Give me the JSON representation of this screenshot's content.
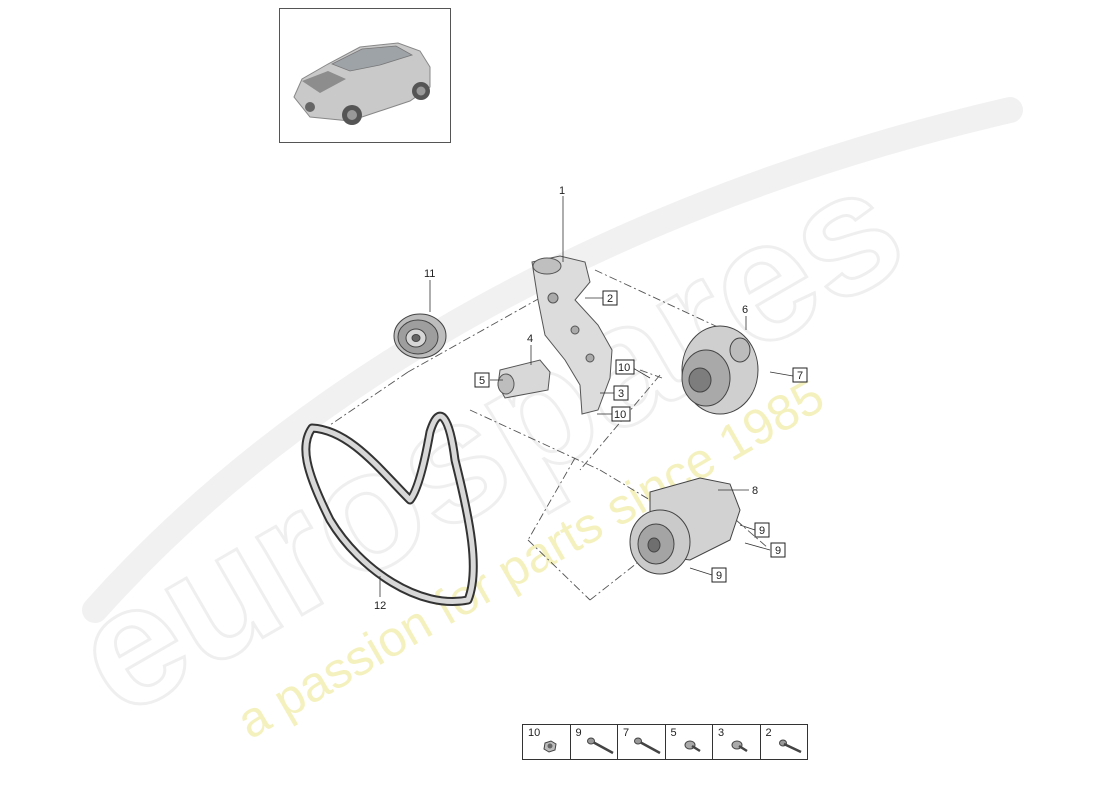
{
  "watermark": {
    "brand": "eurospares",
    "tagline": "a passion for parts since 1985"
  },
  "callouts": [
    {
      "id": "c1",
      "label": "1",
      "boxed": false
    },
    {
      "id": "c2",
      "label": "2",
      "boxed": true
    },
    {
      "id": "c3",
      "label": "3",
      "boxed": true
    },
    {
      "id": "c4",
      "label": "4",
      "boxed": false
    },
    {
      "id": "c5",
      "label": "5",
      "boxed": true
    },
    {
      "id": "c6",
      "label": "6",
      "boxed": false
    },
    {
      "id": "c7",
      "label": "7",
      "boxed": true
    },
    {
      "id": "c8",
      "label": "8",
      "boxed": false
    },
    {
      "id": "c9a",
      "label": "9",
      "boxed": true
    },
    {
      "id": "c9b",
      "label": "9",
      "boxed": true
    },
    {
      "id": "c9c",
      "label": "9",
      "boxed": true
    },
    {
      "id": "c10a",
      "label": "10",
      "boxed": true
    },
    {
      "id": "c10b",
      "label": "10",
      "boxed": true
    },
    {
      "id": "c11",
      "label": "11",
      "boxed": false
    },
    {
      "id": "c12",
      "label": "12",
      "boxed": false
    }
  ],
  "legend": [
    {
      "label": "10",
      "icon": "nut-icon"
    },
    {
      "label": "9",
      "icon": "long-bolt-icon"
    },
    {
      "label": "7",
      "icon": "long-bolt-icon"
    },
    {
      "label": "5",
      "icon": "flange-bolt-icon"
    },
    {
      "label": "3",
      "icon": "flange-bolt-icon"
    },
    {
      "label": "2",
      "icon": "bolt-icon"
    }
  ]
}
